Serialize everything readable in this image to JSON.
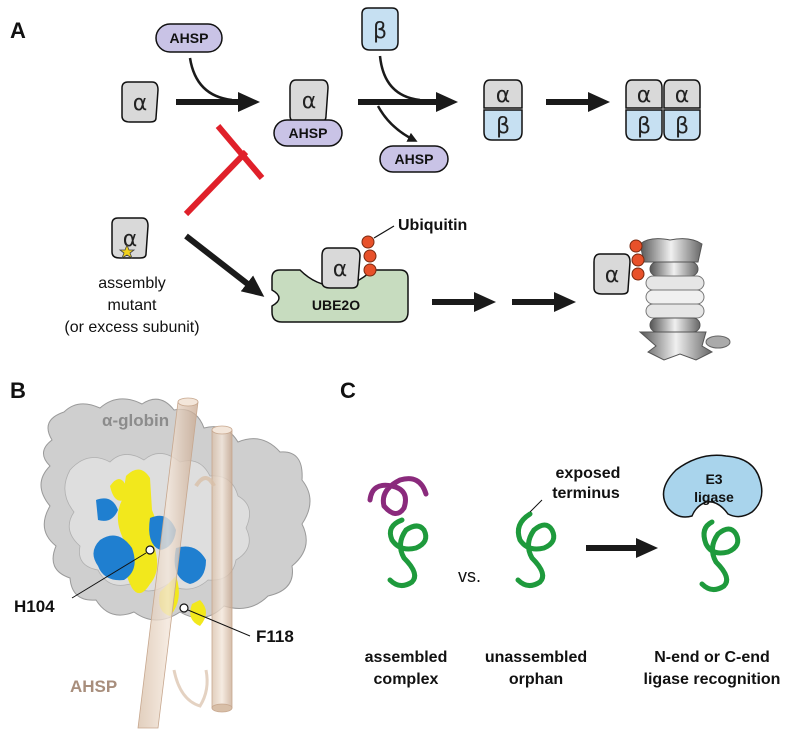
{
  "panels": {
    "a": "A",
    "b": "B",
    "c": "C"
  },
  "symbols": {
    "alpha": "α",
    "beta": "β"
  },
  "panel_a": {
    "ahsp_label": "AHSP",
    "ubiquitin_label": "Ubiquitin",
    "ube2o_label": "UBE2O",
    "mutant_line1": "assembly",
    "mutant_line2": "mutant",
    "mutant_line3": "(or excess subunit)"
  },
  "panel_b": {
    "protein_label": "α-globin",
    "chaperone_label": "AHSP",
    "residue1": "H104",
    "residue2": "F118"
  },
  "panel_c": {
    "exposed_line1": "exposed",
    "exposed_line2": "terminus",
    "vs_label": "vs.",
    "e3_line1": "E3",
    "e3_line2": "ligase",
    "assembled_line1": "assembled",
    "assembled_line2": "complex",
    "orphan_line1": "unassembled",
    "orphan_line2": "orphan",
    "recog_line1": "N-end or C-end",
    "recog_line2": "ligase recognition"
  },
  "colors": {
    "alpha_fill": "#d9d9d9",
    "beta_fill": "#c6e0f2",
    "ahsp_fill": "#c9c3e6",
    "ube2o_fill": "#c7dcbf",
    "ubiquitin": "#e8512a",
    "inhibit": "#e0202a",
    "arrow": "#1a1a1a",
    "ahsp_label": "#a88e7c",
    "surface_yellow": "#f2e81c",
    "surface_blue": "#1f7fd0",
    "chain_green": "#1e9a3c",
    "chain_purple": "#8a2a7c",
    "e3_fill": "#a9d4ec"
  },
  "icons": [
    "star-icon",
    "ubiquitin-chain-icon",
    "proteasome-icon",
    "helix-cylinder-icon"
  ]
}
